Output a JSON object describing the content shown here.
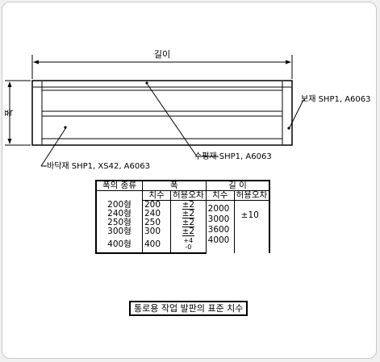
{
  "labels": {
    "length": "길이",
    "width": "폭",
    "frame_material": "보재 SHP1, A6063",
    "floor_material": "바닥재 SHP1, XS42, A6063",
    "horizontal_material": "수평재 SHP1, A6063"
  },
  "table": {
    "header": {
      "type": "폭의 종류",
      "width": "폭",
      "length": "길 이",
      "dimension": "치수",
      "tolerance": "허용오차"
    },
    "rows": [
      {
        "type": "200형",
        "width": "200",
        "tolerance": "±2"
      },
      {
        "type": "240형",
        "width": "240",
        "tolerance": "±2"
      },
      {
        "type": "250형",
        "width": "250",
        "tolerance": "±2"
      },
      {
        "type": "300형",
        "width": "300",
        "tolerance": "±2"
      },
      {
        "type": "400형",
        "width": "400",
        "tol_plus": "+4",
        "tol_minus": "-0"
      }
    ],
    "lengths": [
      "2000",
      "3000",
      "3600",
      "4000"
    ],
    "length_tolerance": "±10"
  },
  "caption": "통로용 작업 발판의 표준 치수"
}
